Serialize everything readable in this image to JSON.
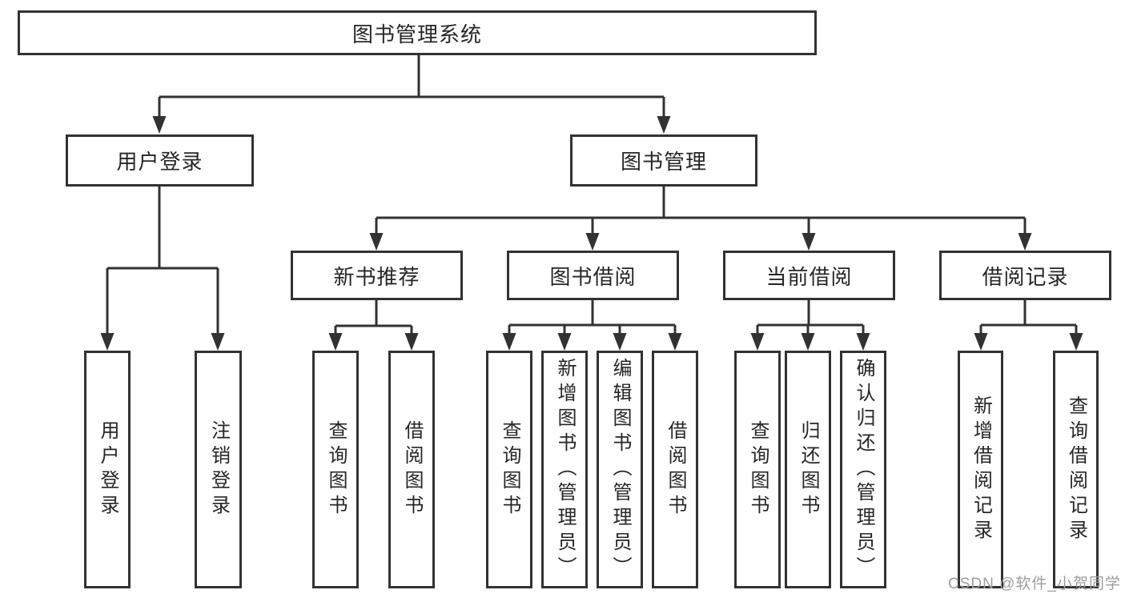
{
  "diagram": {
    "type": "hierarchy",
    "root": {
      "label": "图书管理系统"
    },
    "branches": [
      {
        "label": "用户登录",
        "children": [
          {
            "label": "用户登录"
          },
          {
            "label": "注销登录"
          }
        ]
      },
      {
        "label": "图书管理",
        "children": [
          {
            "label": "新书推荐",
            "children": [
              {
                "label": "查询图书"
              },
              {
                "label": "借阅图书"
              }
            ]
          },
          {
            "label": "图书借阅",
            "children": [
              {
                "label": "查询图书"
              },
              {
                "label": "新增图书（管理员）"
              },
              {
                "label": "编辑图书（管理员）"
              },
              {
                "label": "借阅图书"
              }
            ]
          },
          {
            "label": "当前借阅",
            "children": [
              {
                "label": "查询图书"
              },
              {
                "label": "归还图书"
              },
              {
                "label": "确认归还（管理员）"
              }
            ]
          },
          {
            "label": "借阅记录",
            "children": [
              {
                "label": "新增借阅记录"
              },
              {
                "label": "查询借阅记录"
              }
            ]
          }
        ]
      }
    ]
  },
  "watermark": "CSDN @软件_小贺同学",
  "colors": {
    "line": "#323232",
    "box_border": "#323232",
    "text": "#262626",
    "watermark": "#9d9d9d",
    "background": "#ffffff"
  }
}
